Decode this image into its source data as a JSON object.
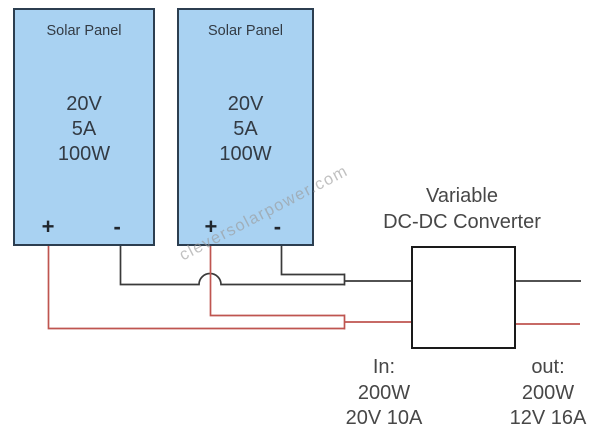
{
  "diagram": {
    "panels": [
      {
        "title": "Solar Panel",
        "voltage": "20V",
        "current": "5A",
        "power": "100W",
        "plus_label": "+",
        "minus_label": "-"
      },
      {
        "title": "Solar Panel",
        "voltage": "20V",
        "current": "5A",
        "power": "100W",
        "plus_label": "+",
        "minus_label": "-"
      }
    ],
    "converter": {
      "title_line1": "Variable",
      "title_line2": "DC-DC Converter",
      "input": {
        "heading": "In:",
        "power": "200W",
        "spec": "20V 10A"
      },
      "output": {
        "heading": "out:",
        "power": "200W",
        "spec": "12V 16A"
      }
    },
    "watermark": "cleversolarpower.com",
    "colors": {
      "panel_fill": "#a9d2f2",
      "panel_border": "#2c3e50",
      "panel_text": "#333b44",
      "label_text": "#474747",
      "converter_border": "#1a1a1a",
      "wire_positive": "#bf5550",
      "wire_negative": "#3a3a3a",
      "watermark_text": "#9b9b9b"
    }
  }
}
